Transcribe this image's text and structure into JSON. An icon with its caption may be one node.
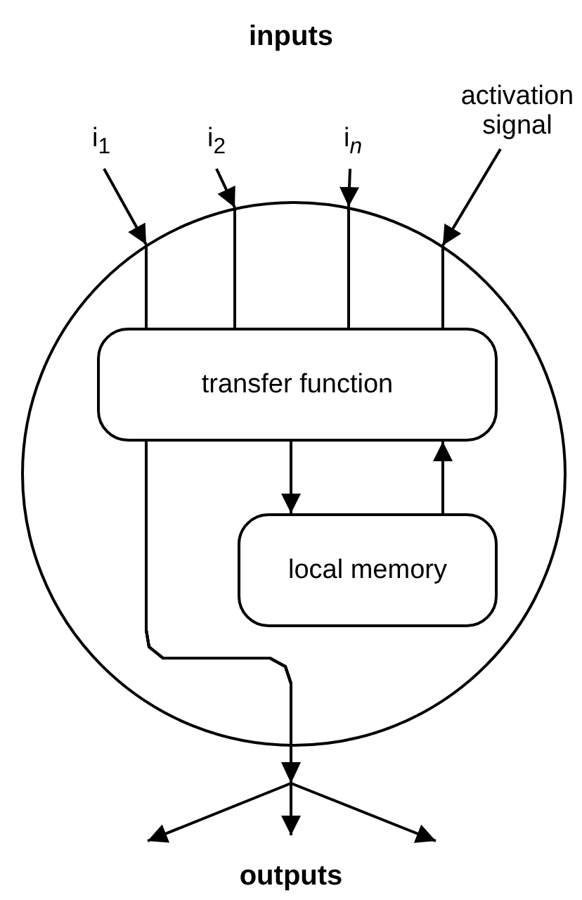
{
  "diagram": {
    "nodes": [
      {
        "text": [],
        "shape": "circle"
      },
      {
        "text": [
          "i$_{1}$"
        ]
      },
      {
        "text": [
          "i$_{2}$"
        ]
      },
      {
        "text": [
          "i$_{n}$"
        ]
      },
      {
        "text": [
          "activation signal"
        ]
      },
      {
        "text": [
          "transfer function"
        ],
        "in": 0
      },
      {
        "text": [
          "local memory"
        ],
        "in": 0
      }
    ],
    "edges": [
      {
        "from": 1,
        "to": 0,
        "arrow": "to"
      },
      {
        "from": 2,
        "to": 0,
        "arrow": "to"
      },
      {
        "from": 3,
        "to": 0,
        "arrow": "to"
      },
      {
        "from": 4,
        "to": 0,
        "arrow": "to"
      },
      {
        "from": 0,
        "to": 5,
        "arrow": "none"
      },
      {
        "from": 0,
        "to": 5,
        "arrow": "none"
      },
      {
        "from": 0,
        "to": 5,
        "arrow": "none"
      },
      {
        "from": 0,
        "to": 5,
        "arrow": "none"
      },
      {
        "from": 5,
        "to": 6,
        "arrow": "to"
      },
      {
        "from": 6,
        "to": 5,
        "arrow": "to"
      },
      {
        "from": 5,
        "to": null,
        "arrow": "to"
      },
      {
        "from": 5,
        "to": null,
        "arrow": "to"
      },
      {
        "from": 5,
        "to": null,
        "arrow": "to"
      }
    ],
    "labels": [
      "inputs",
      "outputs"
    ]
  }
}
